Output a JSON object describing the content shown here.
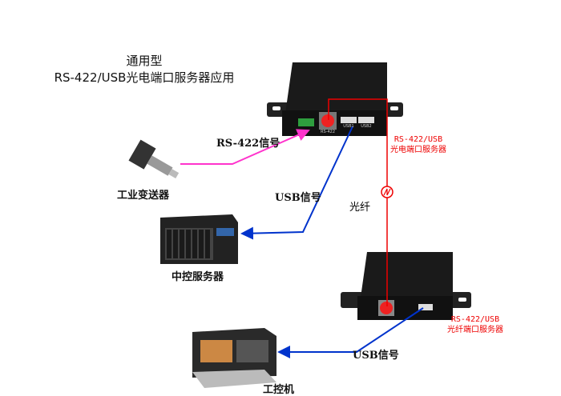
{
  "title": {
    "line1": "通用型",
    "line2": "RS-422/USB光电端口服务器应用"
  },
  "devices": {
    "transmitter": {
      "label": "工业变送器"
    },
    "server": {
      "label": "中控服务器"
    },
    "ipc": {
      "label": "工控机"
    },
    "unit1": {
      "label_line1": "RS-422/USB",
      "label_line2": "光电端口服务器",
      "ports": [
        "RS-422",
        "USB1",
        "USB2"
      ]
    },
    "unit2": {
      "label_line1": "RS-422/USB",
      "label_line2": "光纤端口服务器"
    }
  },
  "links": {
    "rs422": "RS-422信号",
    "usb1": "USB信号",
    "fiber": "光纤",
    "usb2": "USB信号"
  },
  "colors": {
    "rs422": "#ff33cc",
    "usb": "#0033cc",
    "fiber": "#ee0000",
    "device": "#1a1a1a"
  }
}
